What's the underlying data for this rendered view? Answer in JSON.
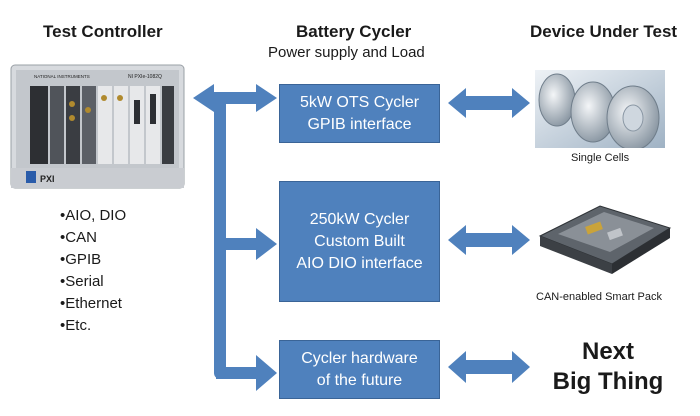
{
  "headers": {
    "controller": "Test Controller",
    "cycler": "Battery Cycler",
    "cycler_sub": "Power supply and Load",
    "dut": "Device Under Test"
  },
  "controller": {
    "brand": "NATIONAL INSTRUMENTS",
    "model": "NI PXIe-1082Q",
    "chassis": "PXI",
    "interfaces": [
      "AIO, DIO",
      "CAN",
      "GPIB",
      "Serial",
      "Ethernet",
      "Etc."
    ]
  },
  "cyclers": [
    {
      "line1": "5kW OTS Cycler",
      "line2": "GPIB interface",
      "line3": ""
    },
    {
      "line1": "250kW Cycler",
      "line2": "Custom Built",
      "line3": "AIO DIO interface"
    },
    {
      "line1": "Cycler hardware",
      "line2": "of the future",
      "line3": ""
    }
  ],
  "devices": {
    "cells_caption": "Single Cells",
    "pack_caption": "CAN-enabled Smart Pack",
    "next_line1": "Next",
    "next_line2": "Big Thing"
  },
  "colors": {
    "box_fill": "#4f81bd",
    "arrow_fill": "#4f81bd"
  }
}
